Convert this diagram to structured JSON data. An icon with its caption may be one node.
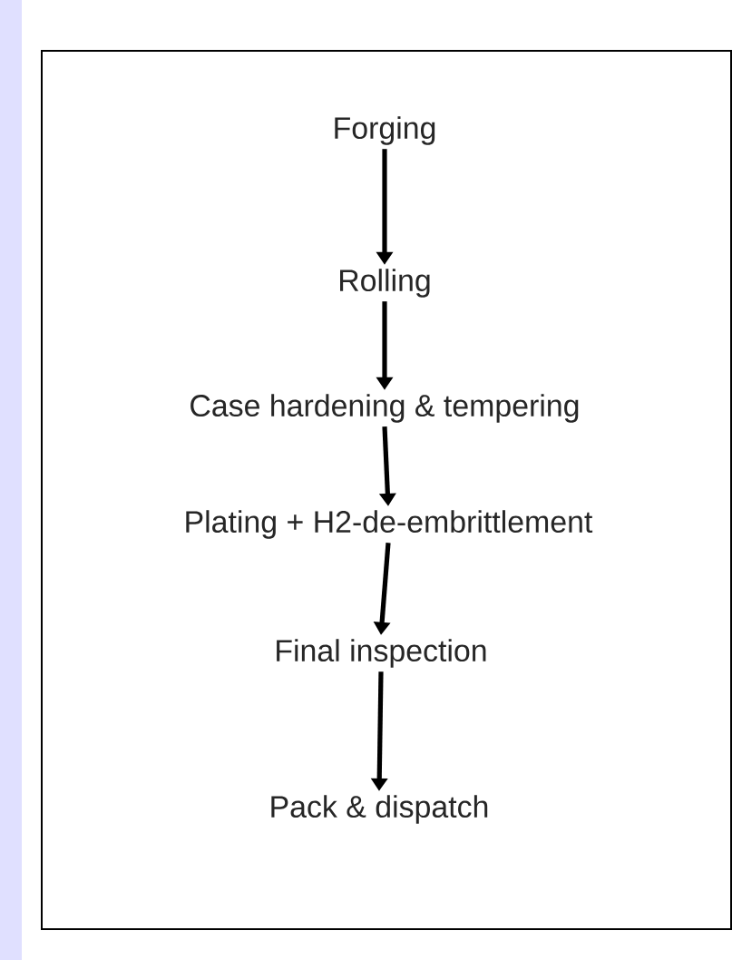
{
  "diagram": {
    "nodes": [
      {
        "text": [
          "Forging"
        ]
      },
      {
        "text": [
          "Rolling"
        ]
      },
      {
        "text": [
          "Case hardening & tempering"
        ]
      },
      {
        "text": [
          "Plating + H2-de-embrittlement"
        ]
      },
      {
        "text": [
          "Final inspection"
        ]
      },
      {
        "text": [
          "Pack & dispatch"
        ]
      }
    ],
    "edges": [
      {
        "from": 0,
        "to": 1,
        "arrow": "to"
      },
      {
        "from": 1,
        "to": 2,
        "arrow": "to"
      },
      {
        "from": 2,
        "to": 3,
        "arrow": "to"
      },
      {
        "from": 3,
        "to": 4,
        "arrow": "to"
      },
      {
        "from": 4,
        "to": 5,
        "arrow": "to"
      }
    ]
  }
}
